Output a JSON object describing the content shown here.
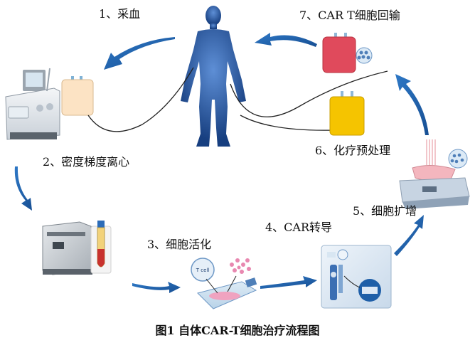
{
  "steps": [
    {
      "label": "1、采血"
    },
    {
      "label": "2、密度梯度离心"
    },
    {
      "label": "3、细胞活化"
    },
    {
      "label": "4、CAR转导"
    },
    {
      "label": "5、细胞扩增"
    },
    {
      "label": "6、化疗预处理"
    },
    {
      "label": "7、CAR T细胞回输"
    }
  ],
  "tcell_badge": "T cell",
  "caption": "图1 自体CAR-T细胞治疗流程图",
  "colors": {
    "arrow_blue": "#1F5FA8",
    "body_blue": "#1E4F9A",
    "red_bag": "#E04A5C",
    "yellow_bag": "#F5C400",
    "peach_bag": "#FCE3C4",
    "pink_cells": "#E888B0"
  }
}
